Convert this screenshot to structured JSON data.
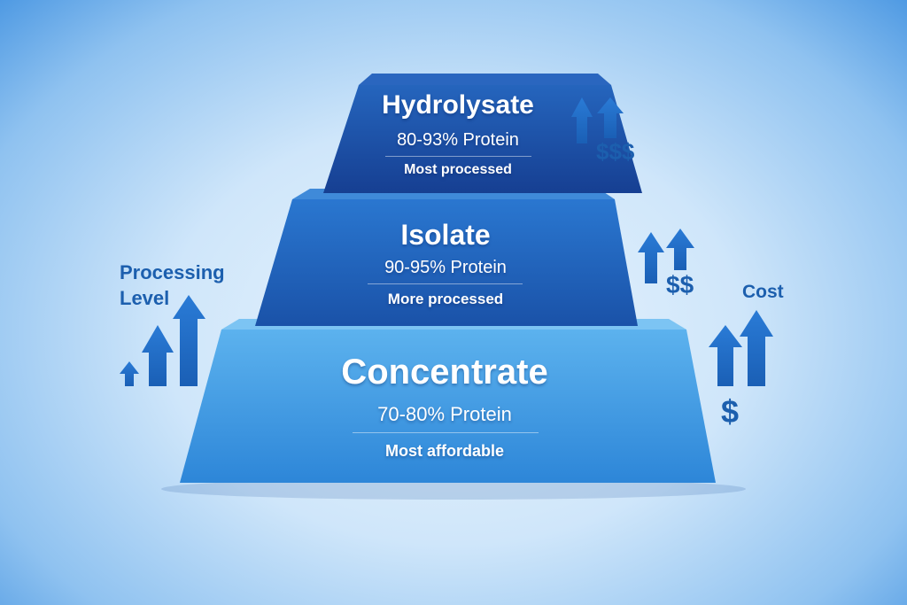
{
  "tiers": [
    {
      "name": "Hydrolysate",
      "protein": "80-93% Protein",
      "note": "Most processed",
      "cost": "$$$"
    },
    {
      "name": "Isolate",
      "protein": "90-95% Protein",
      "note": "More processed",
      "cost": "$$"
    },
    {
      "name": "Concentrate",
      "protein": "70-80% Protein",
      "note": "Most affordable",
      "cost": "$"
    }
  ],
  "processing_label": [
    "Processing",
    "Level"
  ],
  "cost_label": "Cost",
  "colors": {
    "top": "#1a4fa6",
    "middle": "#1e62c0",
    "bottom": "#3b95e0",
    "arrow": "#1b67c2"
  }
}
